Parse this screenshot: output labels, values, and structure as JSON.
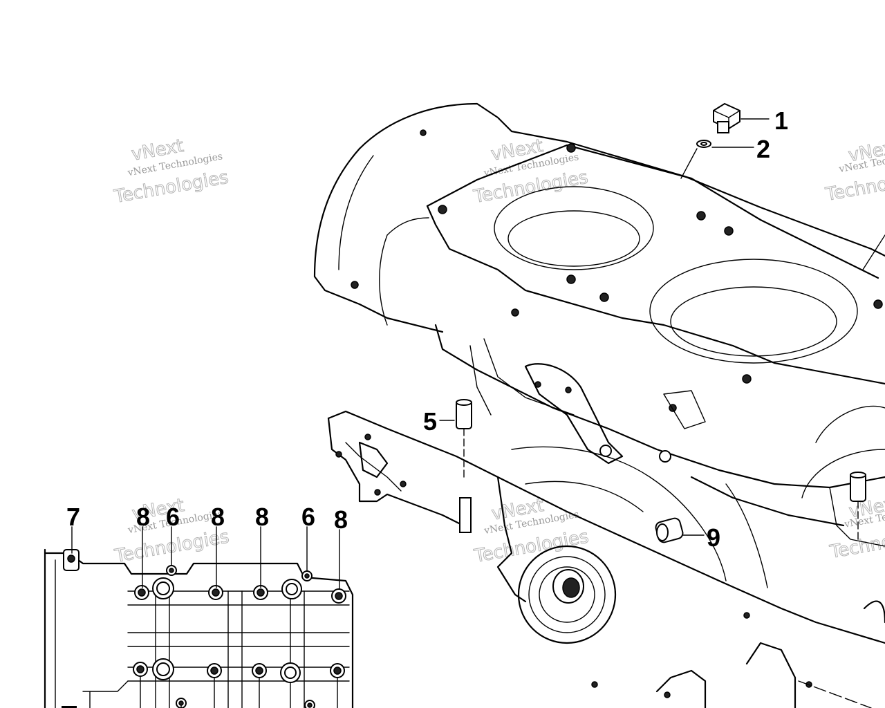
{
  "watermark": {
    "line1": "vNext Technologies",
    "line2": "Technologies",
    "line3": "vNext"
  },
  "callouts": [
    {
      "label": "1",
      "part": "drain-plug"
    },
    {
      "label": "2",
      "part": "washer"
    },
    {
      "label": "5",
      "part": "dowel-pin"
    },
    {
      "label": "9",
      "part": "dowel-pin-lower"
    },
    {
      "label": "7",
      "part": "bolt"
    },
    {
      "label": "8",
      "part": "bolt"
    },
    {
      "label": "6",
      "part": "bolt"
    },
    {
      "label": "8",
      "part": "bolt"
    },
    {
      "label": "8",
      "part": "bolt"
    },
    {
      "label": "6",
      "part": "bolt"
    },
    {
      "label": "8",
      "part": "bolt"
    }
  ]
}
